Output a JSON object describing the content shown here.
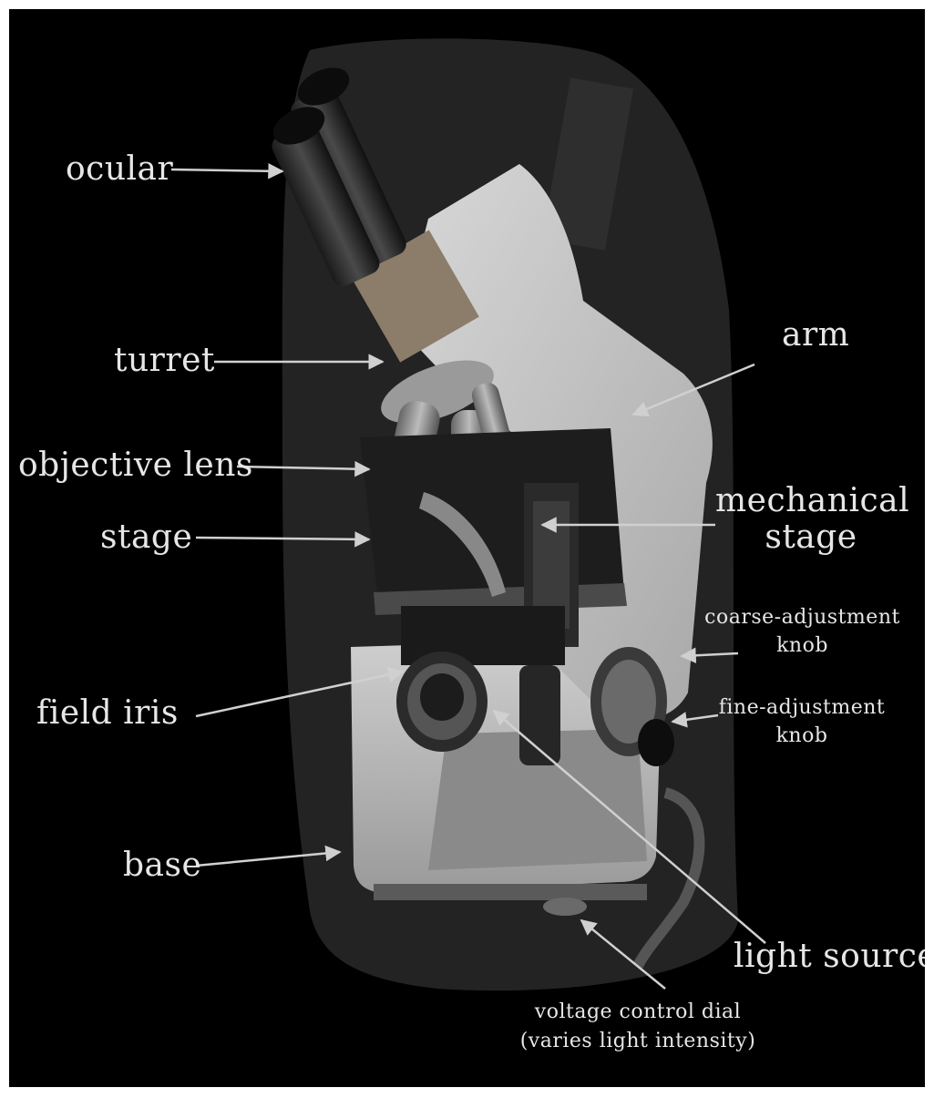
{
  "labels": {
    "ocular": "ocular",
    "turret": "turret",
    "objective_lens": "objective lens",
    "stage": "stage",
    "field_iris": "field iris",
    "base": "base",
    "arm": "arm",
    "mechanical_stage_line1": "mechanical",
    "mechanical_stage_line2": "stage",
    "coarse_line1": "coarse-adjustment",
    "coarse_line2": "knob",
    "fine_line1": "fine-adjustment",
    "fine_line2": "knob",
    "light_source": "light source",
    "voltage_line1": "voltage control dial",
    "voltage_line2": "(varies light intensity)"
  },
  "colors": {
    "background": "#000000",
    "label_text": "#e6e6e6",
    "arrow": "#d0d0d0"
  }
}
